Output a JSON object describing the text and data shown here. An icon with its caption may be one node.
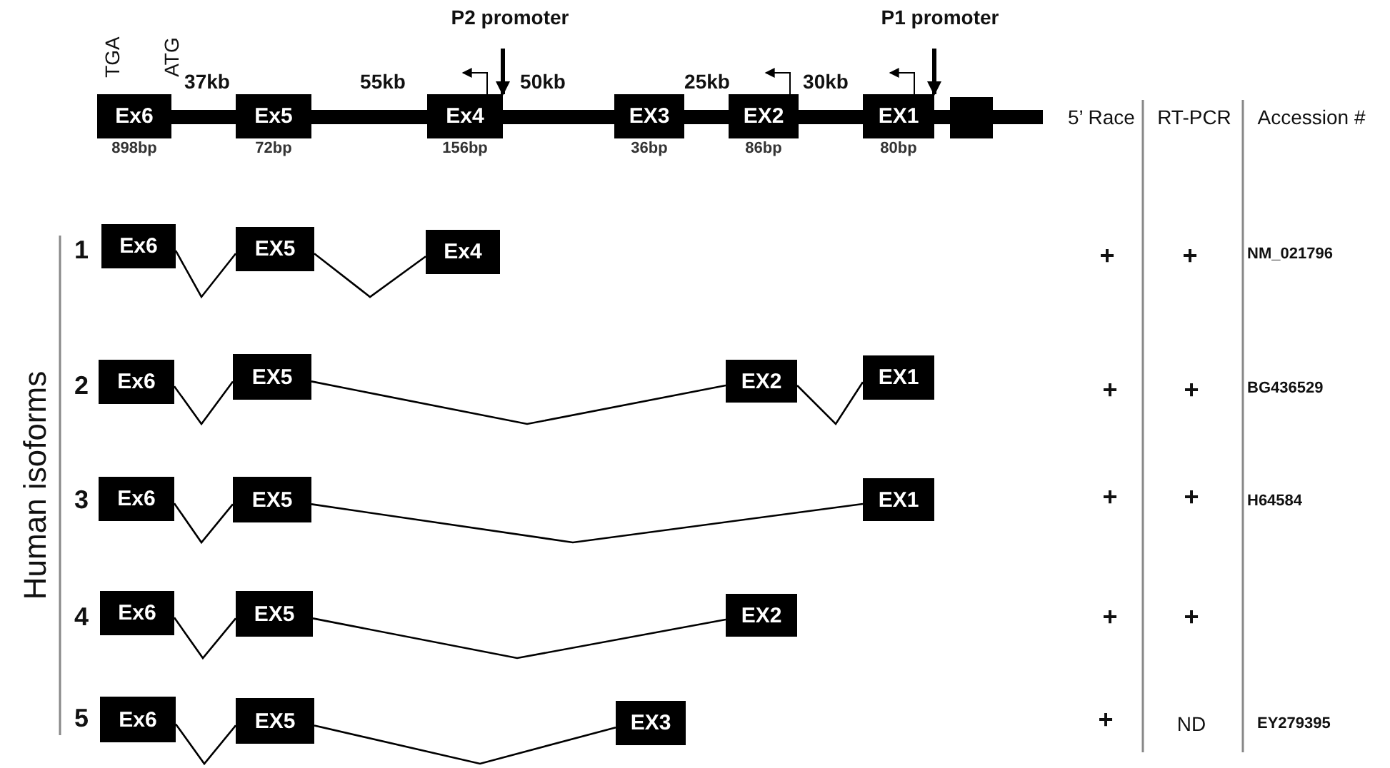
{
  "diagram": {
    "nodes": [
      {
        "text": [
          "Ex6"
        ],
        "beside": [
          "898bp"
        ]
      },
      {
        "text": [
          "Ex5"
        ],
        "beside": [
          "72bp"
        ]
      },
      {
        "text": [
          "Ex4"
        ],
        "beside": [
          "156bp"
        ]
      },
      {
        "text": [
          "EX3"
        ],
        "beside": [
          "36bp"
        ]
      },
      {
        "text": [
          "EX2"
        ],
        "beside": [
          "86bp"
        ]
      },
      {
        "text": [
          "EX1"
        ],
        "beside": [
          "80bp"
        ]
      },
      {
        "text": [],
        "shape": "box"
      },
      {
        "text": [
          "P2 promoter"
        ]
      },
      {
        "text": [
          "P1 promoter"
        ]
      },
      {
        "text": [
          "Ex6"
        ]
      },
      {
        "text": [
          "EX5"
        ]
      },
      {
        "text": [
          "Ex4"
        ]
      },
      {
        "text": [
          "Ex6"
        ]
      },
      {
        "text": [
          "EX5"
        ]
      },
      {
        "text": [
          "EX2"
        ]
      },
      {
        "text": [
          "EX1"
        ]
      },
      {
        "text": [
          "Ex6"
        ]
      },
      {
        "text": [
          "EX5"
        ]
      },
      {
        "text": [
          "EX1"
        ]
      },
      {
        "text": [
          "Ex6"
        ]
      },
      {
        "text": [
          "EX5"
        ]
      },
      {
        "text": [
          "EX2"
        ]
      },
      {
        "text": [
          "Ex6"
        ]
      },
      {
        "text": [
          "EX5"
        ]
      },
      {
        "text": [
          "EX3"
        ]
      }
    ],
    "edges": [
      {
        "from": 0,
        "to": 1,
        "arrow": "none",
        "label": "37kb",
        "style": "thick"
      },
      {
        "from": 1,
        "to": 2,
        "arrow": "none",
        "label": "55kb",
        "style": "thick"
      },
      {
        "from": 2,
        "to": 3,
        "arrow": "none",
        "label": "50kb",
        "style": "thick"
      },
      {
        "from": 3,
        "to": 4,
        "arrow": "none",
        "label": "25kb",
        "style": "thick"
      },
      {
        "from": 4,
        "to": 5,
        "arrow": "none",
        "label": "30kb",
        "style": "thick"
      },
      {
        "from": 5,
        "to": 6,
        "arrow": "none",
        "style": "thick"
      },
      {
        "from": 7,
        "to": 2,
        "arrow": "to",
        "style": "thick"
      },
      {
        "from": 8,
        "to": 5,
        "arrow": "to",
        "style": "thick"
      },
      {
        "from": 9,
        "to": 10,
        "arrow": "none"
      },
      {
        "from": 10,
        "to": 11,
        "arrow": "none"
      },
      {
        "from": 12,
        "to": 13,
        "arrow": "none"
      },
      {
        "from": 13,
        "to": 14,
        "arrow": "none"
      },
      {
        "from": 14,
        "to": 15,
        "arrow": "none"
      },
      {
        "from": 16,
        "to": 17,
        "arrow": "none"
      },
      {
        "from": 17,
        "to": 18,
        "arrow": "none"
      },
      {
        "from": 19,
        "to": 20,
        "arrow": "none"
      },
      {
        "from": 20,
        "to": 21,
        "arrow": "none"
      },
      {
        "from": 22,
        "to": 23,
        "arrow": "none"
      },
      {
        "from": 23,
        "to": 24,
        "arrow": "none"
      }
    ],
    "labels": [
      "TGA",
      "ATG",
      "5’ Race",
      "RT-PCR",
      "Accession #",
      "Human isoforms",
      "1",
      "+",
      "+",
      "NM_021796",
      "2",
      "+",
      "+",
      "BG436529",
      "3",
      "+",
      "+",
      "H64584",
      "4",
      "+",
      "+",
      "5",
      "+",
      "ND",
      "EY279395"
    ]
  }
}
